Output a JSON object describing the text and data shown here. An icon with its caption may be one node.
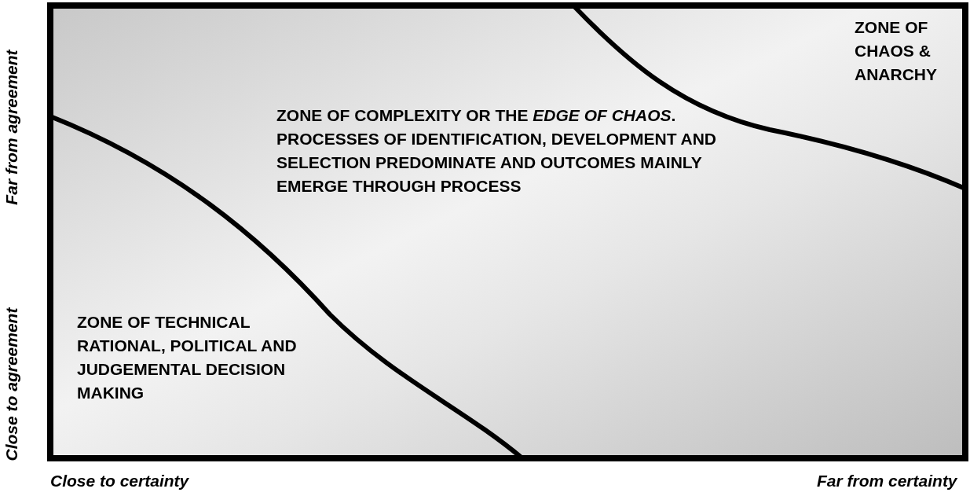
{
  "diagram": {
    "labels": [
      "ZONE OF CHAOS & ANARCHY",
      "ZONE OF COMPLEXITY OR THE *EDGE OF CHAOS*. PROCESSES OF IDENTIFICATION, DEVELOPMENT AND SELECTION PREDOMINATE AND OUTCOMES MAINLY EMERGE THROUGH PROCESS",
      "ZONE OF TECHNICAL RATIONAL, POLITICAL AND JUDGEMENTAL DECISION MAKING",
      "Close to agreement",
      "Far from agreement",
      "Close to certainty",
      "Far from certainty"
    ]
  }
}
